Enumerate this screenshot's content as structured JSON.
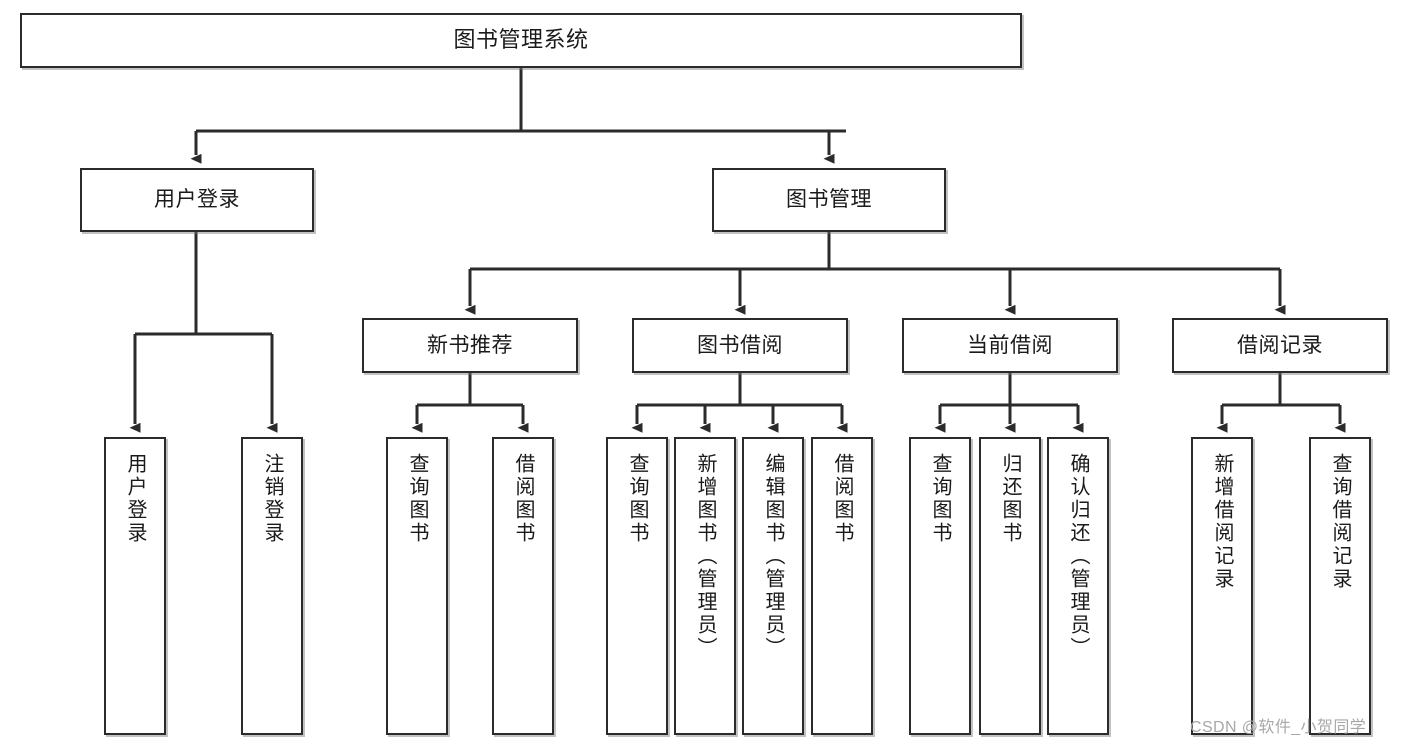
{
  "diagram": {
    "type": "tree-hierarchy-chart",
    "title": "图书管理系统",
    "levels": 4,
    "root": {
      "label": "图书管理系统"
    },
    "level2": [
      {
        "label": "用户登录"
      },
      {
        "label": "图书管理"
      }
    ],
    "level3": [
      {
        "label": "新书推荐"
      },
      {
        "label": "图书借阅"
      },
      {
        "label": "当前借阅"
      },
      {
        "label": "借阅记录"
      }
    ],
    "leaves": [
      {
        "label": "用户登录",
        "parent": "用户登录"
      },
      {
        "label": "注销登录",
        "parent": "用户登录"
      },
      {
        "label": "查询图书",
        "parent": "新书推荐"
      },
      {
        "label": "借阅图书",
        "parent": "新书推荐"
      },
      {
        "label": "查询图书",
        "parent": "图书借阅"
      },
      {
        "label": "新增图书（管理员）",
        "parent": "图书借阅"
      },
      {
        "label": "编辑图书（管理员）",
        "parent": "图书借阅"
      },
      {
        "label": "借阅图书",
        "parent": "图书借阅"
      },
      {
        "label": "查询图书",
        "parent": "当前借阅"
      },
      {
        "label": "归还图书",
        "parent": "当前借阅"
      },
      {
        "label": "确认归还（管理员）",
        "parent": "当前借阅"
      },
      {
        "label": "新增借阅记录",
        "parent": "借阅记录"
      },
      {
        "label": "查询借阅记录",
        "parent": "借阅记录"
      }
    ]
  },
  "watermark": {
    "text": "CSDN @软件_小贺同学"
  },
  "colors": {
    "box_border": "#2b2b2b",
    "box_fill": "#ffffff",
    "line": "#2b2b2b",
    "text": "#1a1a1a",
    "watermark": "#a8a8a8",
    "background": "#ffffff"
  }
}
